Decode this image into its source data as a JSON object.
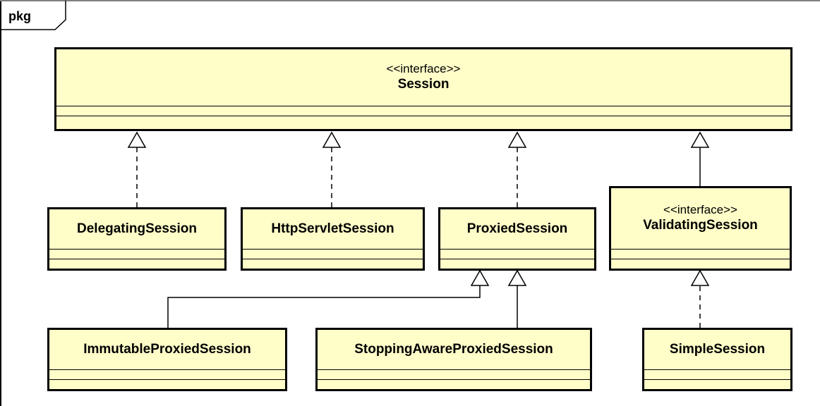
{
  "package": {
    "label": "pkg"
  },
  "classes": {
    "session": {
      "stereotype": "<<interface>>",
      "name": "Session"
    },
    "delegating": {
      "name": "DelegatingSession"
    },
    "http": {
      "name": "HttpServletSession"
    },
    "proxied": {
      "name": "ProxiedSession"
    },
    "validating": {
      "stereotype": "<<interface>>",
      "name": "ValidatingSession"
    },
    "immutable": {
      "name": "ImmutableProxiedSession"
    },
    "stopping": {
      "name": "StoppingAwareProxiedSession"
    },
    "simple": {
      "name": "SimpleSession"
    }
  },
  "colors": {
    "class_fill": "#fffdc8",
    "stroke": "#000000"
  }
}
